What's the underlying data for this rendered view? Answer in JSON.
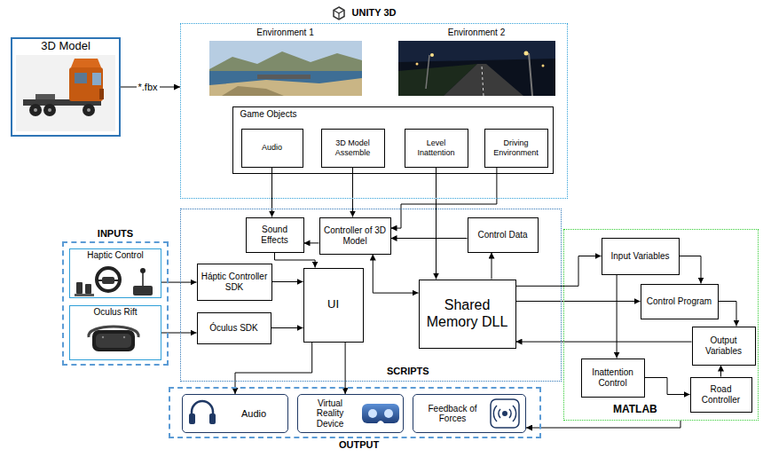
{
  "diagram": {
    "nodes": [
      {
        "text": [
          "UNITY 3D"
        ]
      },
      {
        "text": [
          "Environment 1"
        ],
        "in": 0
      },
      {
        "text": [
          "Environment 2"
        ],
        "in": 0
      },
      {
        "text": [
          "Game Objects"
        ],
        "in": 0
      },
      {
        "text": [
          "Audio"
        ],
        "in": 3
      },
      {
        "text": [
          "3D Model Assemble"
        ],
        "in": 3
      },
      {
        "text": [
          "Level Inattention"
        ],
        "in": 3
      },
      {
        "text": [
          "Driving Environment"
        ],
        "in": 3
      },
      {
        "text": [
          "3D Model"
        ]
      },
      {
        "text": [
          "INPUTS"
        ]
      },
      {
        "text": [
          "Haptic Control"
        ],
        "in": 9
      },
      {
        "text": [
          "Oculus Rift"
        ],
        "in": 9
      },
      {
        "text": [
          "SCRIPTS"
        ]
      },
      {
        "text": [
          "Sound Effects"
        ],
        "in": 12
      },
      {
        "text": [
          "Controller of 3D Model"
        ],
        "in": 12
      },
      {
        "text": [
          "Control Data"
        ],
        "in": 12
      },
      {
        "text": [
          "Háptic Controller SDK"
        ],
        "in": 12
      },
      {
        "text": [
          "UI"
        ],
        "in": 12
      },
      {
        "text": [
          "Óculus SDK"
        ],
        "in": 12
      },
      {
        "text": [
          "Shared Memory DLL"
        ],
        "in": 12
      },
      {
        "text": [
          "MATLAB"
        ]
      },
      {
        "text": [
          "Input Variables"
        ],
        "in": 20
      },
      {
        "text": [
          "Control Program"
        ],
        "in": 20
      },
      {
        "text": [
          "Output Variables"
        ],
        "in": 20
      },
      {
        "text": [
          "Inattention Control"
        ],
        "in": 20
      },
      {
        "text": [
          "Road Controller"
        ],
        "in": 20
      },
      {
        "text": [
          "OUTPUT"
        ]
      },
      {
        "text": [
          "Audio"
        ],
        "in": 26
      },
      {
        "text": [
          "Virtual Reality Device"
        ],
        "in": 26
      },
      {
        "text": [
          "Feedback of Forces"
        ],
        "in": 26
      }
    ],
    "edges": [
      {
        "from": 8,
        "to": 0,
        "label": "*.fbx",
        "arrow": "to"
      },
      {
        "from": 4,
        "to": 13,
        "arrow": "to"
      },
      {
        "from": 5,
        "to": 14,
        "arrow": "to"
      },
      {
        "from": 7,
        "to": 14,
        "arrow": "to"
      },
      {
        "from": 6,
        "to": 19,
        "arrow": "to"
      },
      {
        "from": 19,
        "to": 15,
        "arrow": "to"
      },
      {
        "from": 15,
        "to": 14,
        "arrow": "to"
      },
      {
        "from": 14,
        "to": 19,
        "arrow": "both"
      },
      {
        "from": 14,
        "to": 13,
        "arrow": "to"
      },
      {
        "from": 13,
        "to": 17,
        "arrow": "to"
      },
      {
        "from": 16,
        "to": 17,
        "arrow": "to"
      },
      {
        "from": 18,
        "to": 17,
        "arrow": "to"
      },
      {
        "from": 10,
        "to": 16,
        "arrow": "to"
      },
      {
        "from": 11,
        "to": 18,
        "arrow": "to"
      },
      {
        "from": 17,
        "to": 27,
        "arrow": "to"
      },
      {
        "from": 17,
        "to": 28,
        "arrow": "to"
      },
      {
        "from": 19,
        "to": 21,
        "arrow": "to"
      },
      {
        "from": 19,
        "to": 22,
        "arrow": "to"
      },
      {
        "from": 23,
        "to": 19,
        "arrow": "to"
      },
      {
        "from": 21,
        "to": 22,
        "arrow": "to"
      },
      {
        "from": 22,
        "to": 23,
        "arrow": "to"
      },
      {
        "from": 21,
        "to": 24,
        "arrow": "to"
      },
      {
        "from": 24,
        "to": 25,
        "arrow": "to"
      },
      {
        "from": 25,
        "to": 23,
        "arrow": "to"
      },
      {
        "from": 20,
        "to": 29,
        "arrow": "to"
      }
    ]
  }
}
